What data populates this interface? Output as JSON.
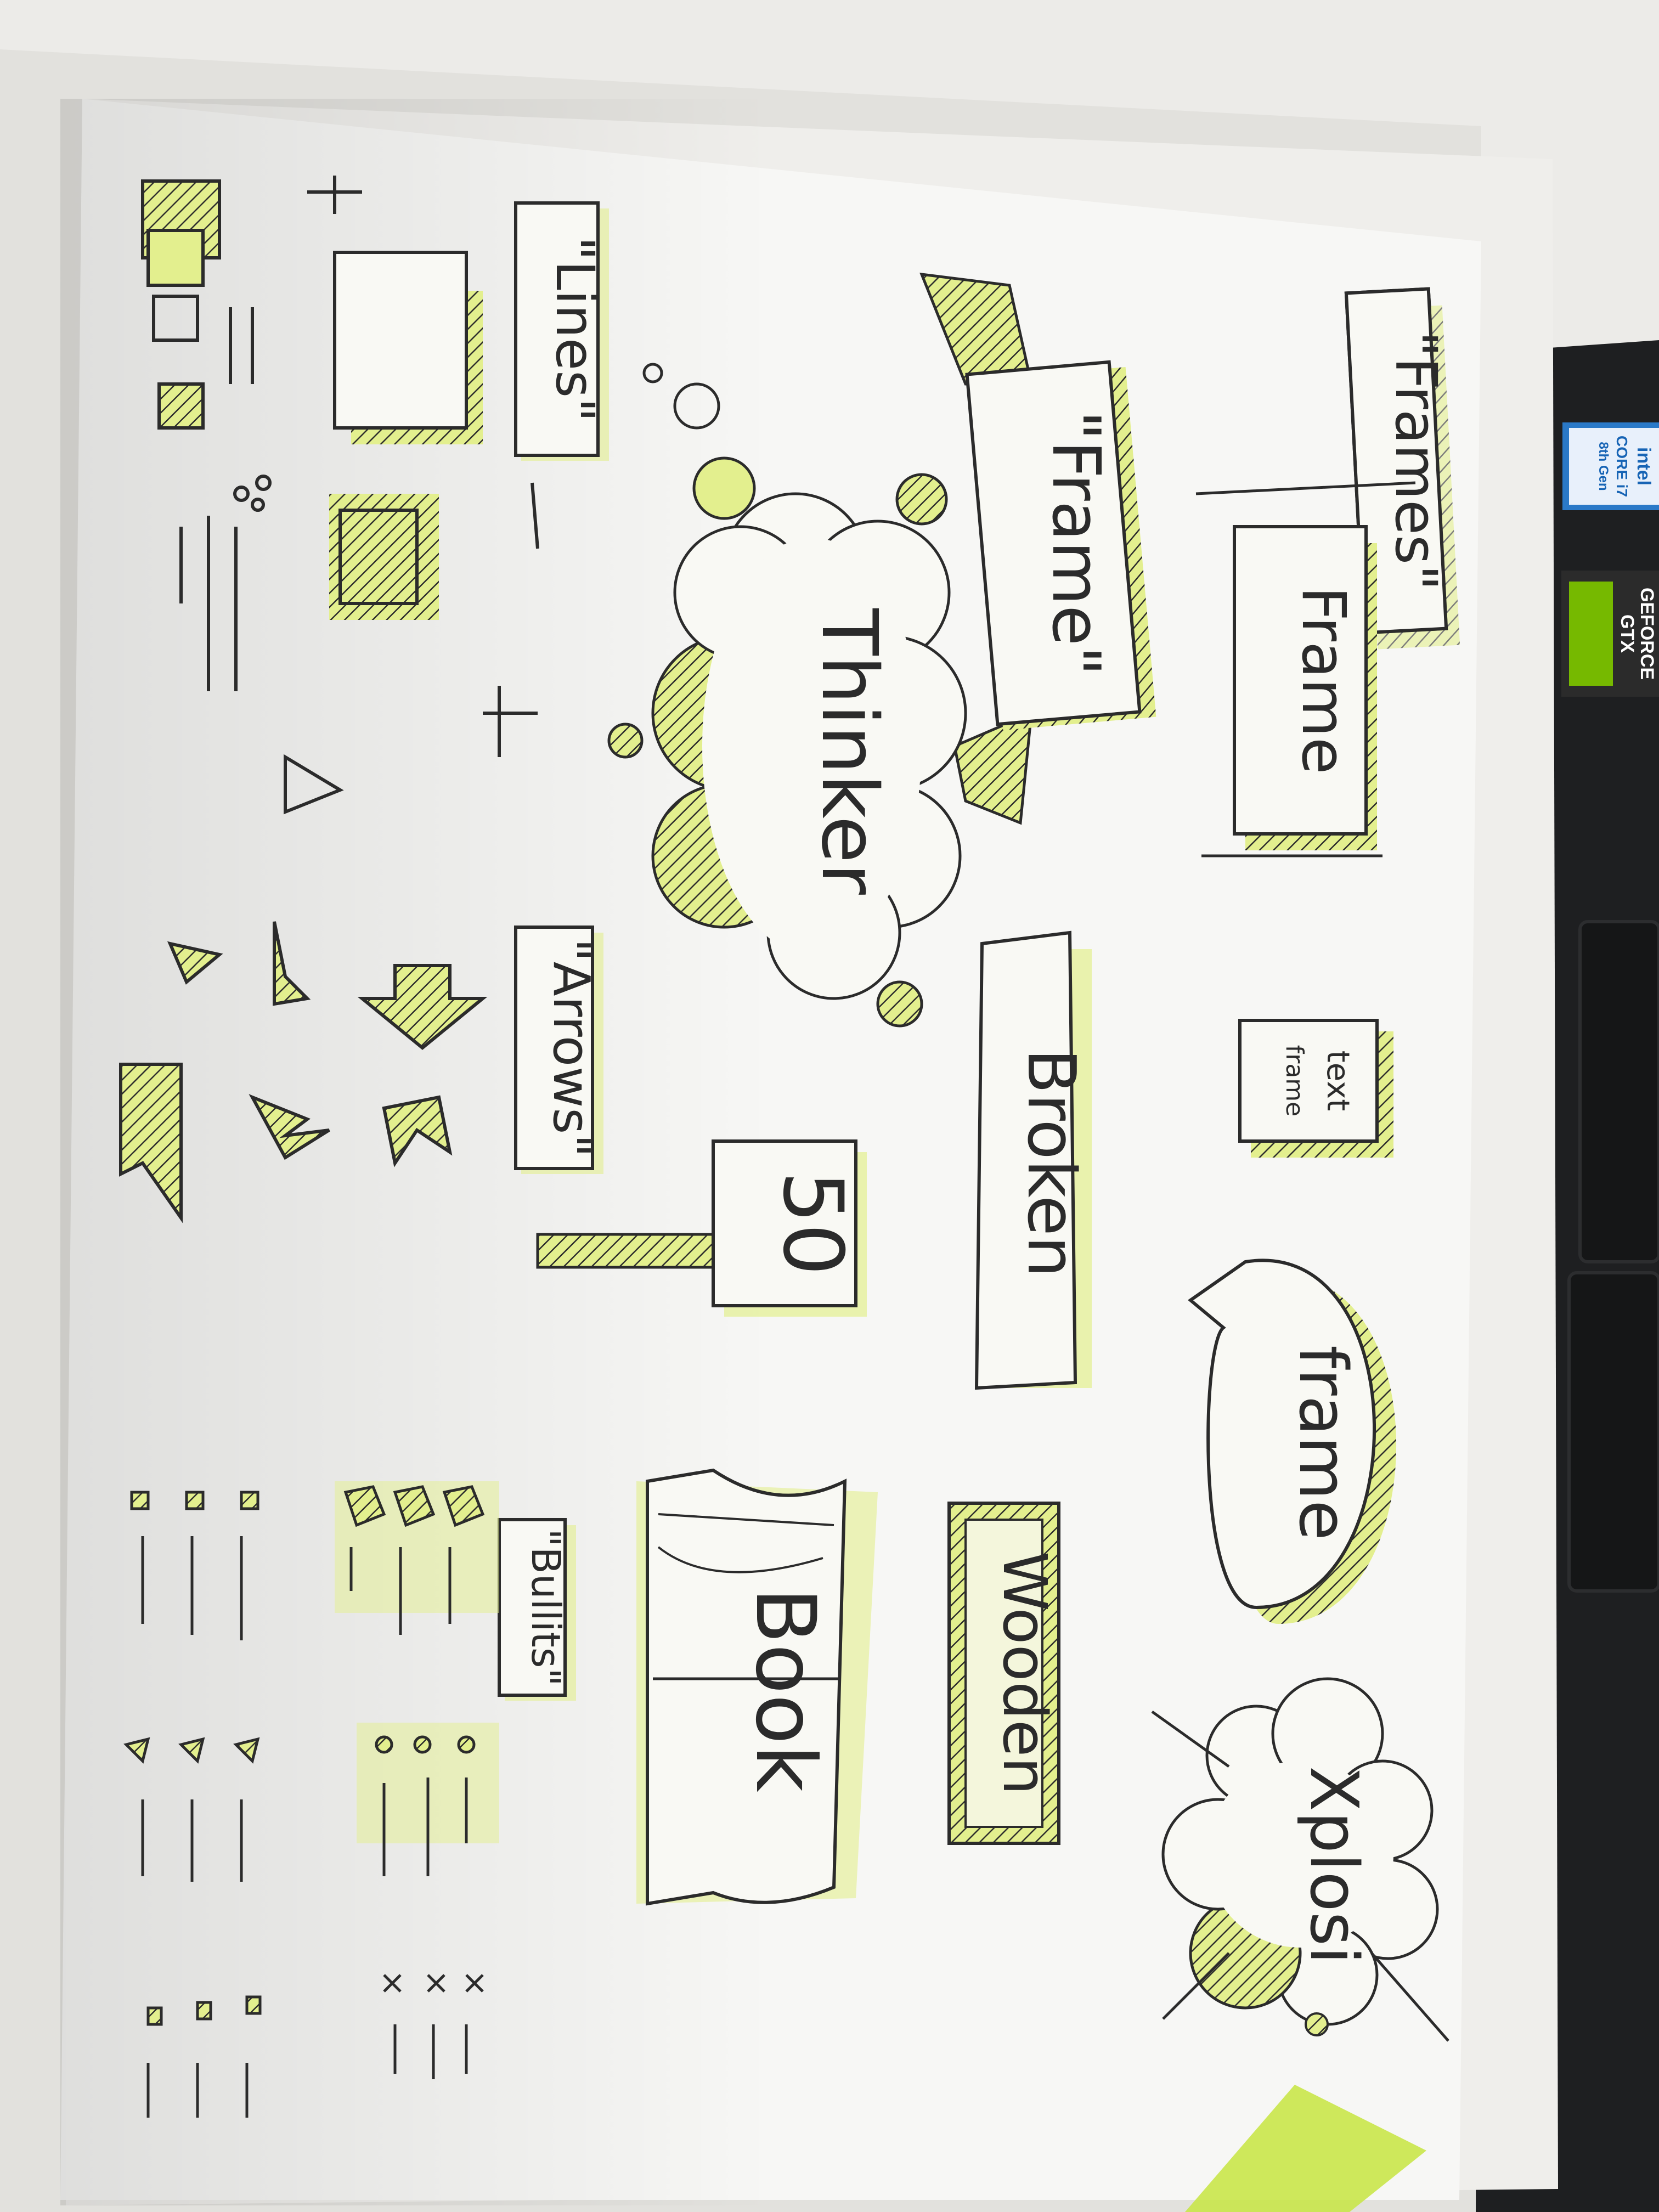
{
  "sheet": {
    "titles": {
      "frames": "\"Frames\"",
      "lines": "\"Lines\"",
      "arrows": "\"Arrows\"",
      "bullets": "\"Bullits\""
    },
    "items": {
      "frame_banner": "\"Frame\"",
      "frame_box": "Frame",
      "text_frame_1": "text",
      "text_frame_2": "frame",
      "speech_frame": "frame",
      "thinker": "Thinker",
      "broken": "Broken",
      "sign_value": "50",
      "wooden": "Wooden",
      "book": "Book",
      "explosion": "Xplosi"
    }
  },
  "laptop": {
    "intel_brand": "intel",
    "intel_line1": "CORE i7",
    "intel_line2": "8th Gen",
    "nvidia_line1": "GEFORCE",
    "nvidia_line2": "GTX"
  },
  "colors": {
    "highlight": "#e3ef8e",
    "ink": "#2b2b2b",
    "paper": "#f7f7f5",
    "laptop": "#1e1f21",
    "desk": "#ecebe8"
  }
}
